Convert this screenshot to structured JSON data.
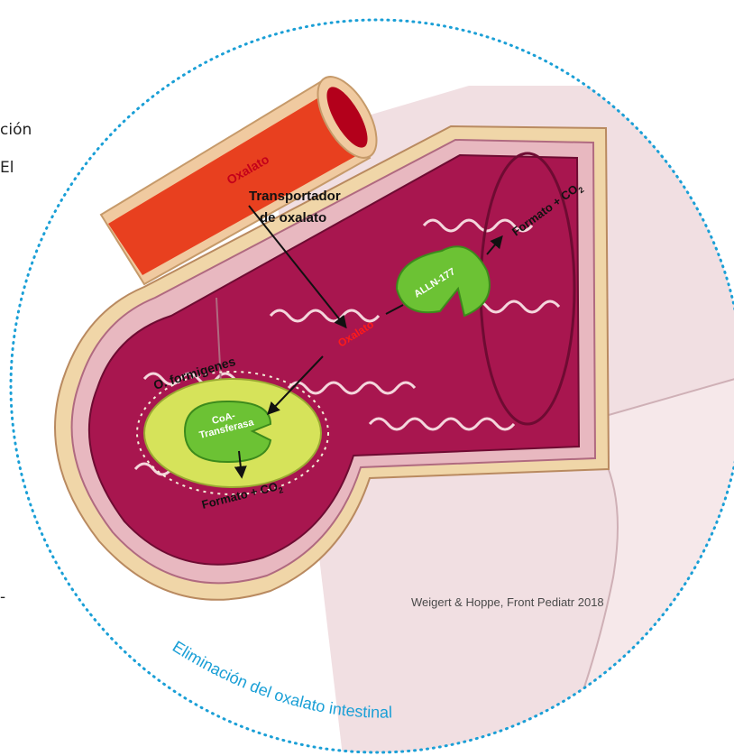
{
  "diagram": {
    "blood_vessel_label": "Oxalato",
    "transporter_label_line1": "Transportador",
    "transporter_label_line2": "de oxalato",
    "lumen_oxalate_label": "Oxalato",
    "bacterium_label": "O. formigenes",
    "enzyme_label_line1": "CoA-",
    "enzyme_label_line2": "Transferasa",
    "drug_label": "ALLN-177",
    "product_bottom": "Formato + CO",
    "product_top": "Formato + CO",
    "subscript_2": "2",
    "citation": "Weigert & Hoppe, Front Pediatr 2018",
    "caption": "Eliminación del oxalato intestinal"
  },
  "cropped_left_text": {
    "line1": "ción",
    "line2": "El",
    "line3": "-"
  },
  "colors": {
    "accent_dotted_circle": "#1a9fd6",
    "lumen": "#a8164f",
    "bacterium": "#d6e35a",
    "enzyme": "#6cc234",
    "vessel": "#e8401f"
  }
}
